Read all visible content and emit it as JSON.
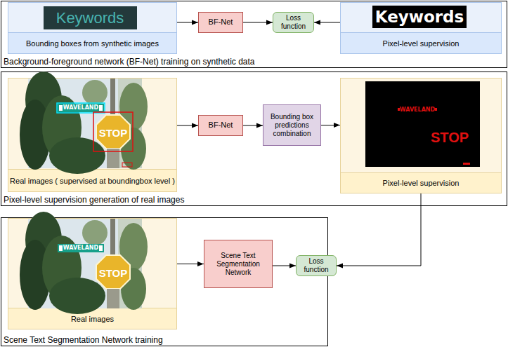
{
  "diagram": {
    "nodes": [
      {
        "text": [
          "Background-foreground network (BF-Net) training on synthetic data"
        ]
      },
      {
        "text": [
          "Bounding boxes from synthetic images"
        ],
        "in": 0
      },
      {
        "text": [
          "BF-Net"
        ],
        "in": 0
      },
      {
        "text": [
          "Loss function"
        ],
        "in": 0
      },
      {
        "text": [
          "Pixel-level supervision"
        ],
        "in": 0
      },
      {
        "text": [
          "Pixel-level supervision generation of real images"
        ]
      },
      {
        "text": [
          "Real images ( supervised at boundingbox level )"
        ],
        "in": 5
      },
      {
        "text": [
          "BF-Net"
        ],
        "in": 5
      },
      {
        "text": [
          "Bounding box predictions combination"
        ],
        "in": 5
      },
      {
        "text": [
          "Pixel-level supervision"
        ],
        "in": 5
      },
      {
        "text": [
          "Scene Text Segmentation Network training"
        ]
      },
      {
        "text": [
          "Real images"
        ],
        "in": 10
      },
      {
        "text": [
          "Scene Text Segmentation Network"
        ],
        "in": 10
      },
      {
        "text": [
          "Loss function"
        ],
        "in": 10
      }
    ],
    "edges": [
      {
        "from": 1,
        "to": 2,
        "arrow": "to"
      },
      {
        "from": 2,
        "to": 3,
        "arrow": "to"
      },
      {
        "from": 4,
        "to": 3,
        "arrow": "to"
      },
      {
        "from": 6,
        "to": 7,
        "arrow": "to"
      },
      {
        "from": 7,
        "to": 8,
        "arrow": "to"
      },
      {
        "from": 8,
        "to": 9,
        "arrow": "to"
      },
      {
        "from": 11,
        "to": 12,
        "arrow": "to"
      },
      {
        "from": 12,
        "to": 13,
        "arrow": "to"
      },
      {
        "from": 9,
        "to": 13,
        "arrow": "to"
      }
    ],
    "labels": [
      "Keywords",
      "Keywords",
      "WAVELAND",
      "STOP",
      "WAVELAND",
      "STOP",
      "WAVELAND",
      "STOP"
    ]
  }
}
